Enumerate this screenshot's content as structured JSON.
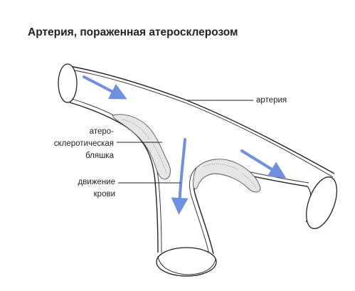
{
  "title": "Артерия, пораженная атеросклерозом",
  "labels": {
    "artery": "артерия",
    "plaque_line1": "атеро-",
    "plaque_line2": "склеротическая",
    "plaque_line3": "бляшка",
    "flow_line1": "движение",
    "flow_line2": "крови"
  },
  "colors": {
    "outline": "#222222",
    "flow_arrow": "#6f8fe0",
    "plaque_fill": "#e6e6e6",
    "plaque_edge": "#555555"
  },
  "icons": {
    "flow_arrow": "arrow-icon",
    "plaque": "plaque-icon"
  }
}
